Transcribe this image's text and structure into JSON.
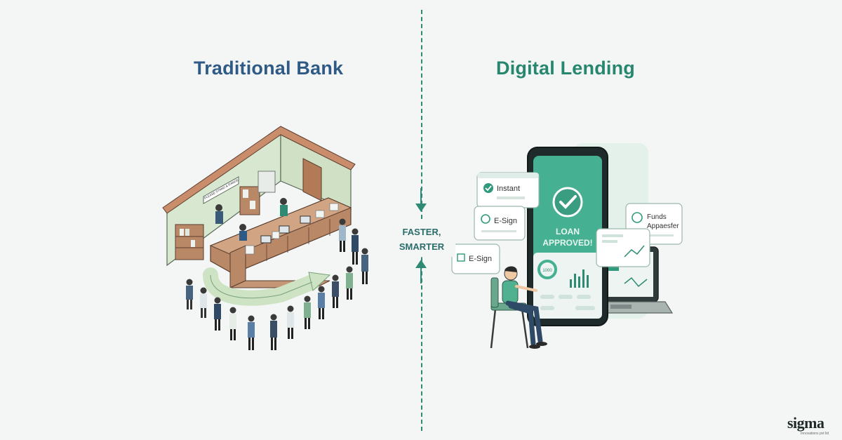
{
  "left_title": "Traditional Bank",
  "right_title": "Digital Lending",
  "center_label_line1": "FASTER,",
  "center_label_line2": "SMARTER",
  "bank_sign_text": "PLEASE STAND & RANGE",
  "phone": {
    "status_line1": "LOAN",
    "status_line2": "APPROVED!",
    "gauge_value": "1000"
  },
  "floating_cards": {
    "instant": "Instant",
    "esign_1": "E-Sign",
    "esign_2": "E-Sign",
    "funds_line1": "Funds",
    "funds_line2": "Appaesfer"
  },
  "logo_text": "sigma",
  "logo_subtext": "Innovations pvt ltd",
  "colors": {
    "bank_title": "#2f5a86",
    "digital_title": "#27876e",
    "accent_green": "#2f9a7c",
    "wall_green": "#d8e7cf",
    "counter_wood": "#b98967"
  }
}
